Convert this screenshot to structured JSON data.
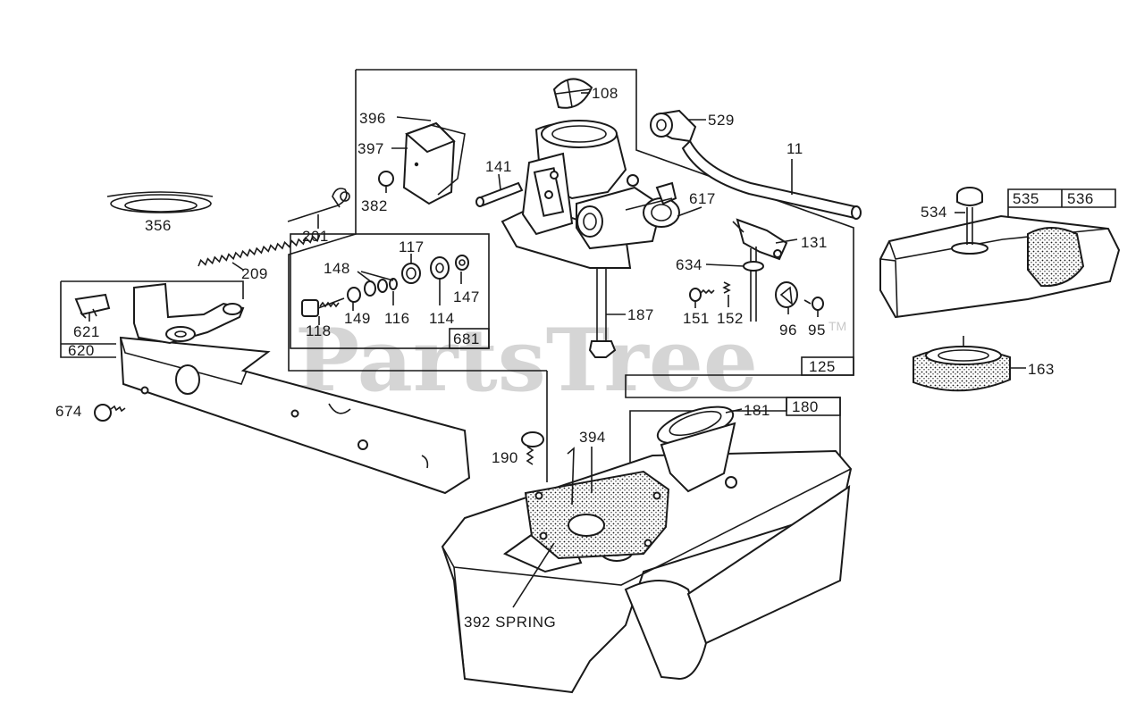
{
  "watermark": {
    "text": "PartsTree",
    "trademark": "TM"
  },
  "group_labels": {
    "g125": "125",
    "g180": "180",
    "g536": "536",
    "g620": "620",
    "g681": "681"
  },
  "parts": {
    "p108": "108",
    "p529": "529",
    "p396": "396",
    "p397": "397",
    "p382": "382",
    "p141": "141",
    "p11": "11",
    "p617": "617",
    "p356": "356",
    "p201": "201",
    "p117": "117",
    "p148": "148",
    "p147": "147",
    "p209": "209",
    "p118": "118",
    "p149": "149",
    "p116": "116",
    "p114": "114",
    "p634": "634",
    "p131": "131",
    "p151": "151",
    "p152": "152",
    "p96": "96",
    "p95": "95",
    "p187": "187",
    "p534": "534",
    "p535": "535",
    "p163": "163",
    "p621": "621",
    "p674": "674",
    "p181": "181",
    "p394": "394",
    "p190": "190",
    "p392": "392 SPRING"
  }
}
